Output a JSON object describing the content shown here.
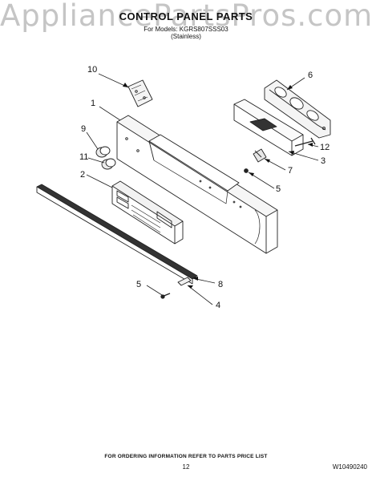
{
  "watermark": "AppliancePartsPros.com",
  "header": {
    "title": "CONTROL PANEL PARTS",
    "models_line": "For Models: KGRS807SSS03",
    "finish": "(Stainless)"
  },
  "callouts": {
    "c1": "1",
    "c2": "2",
    "c3": "3",
    "c4": "4",
    "c5a": "5",
    "c5b": "5",
    "c6": "6",
    "c7": "7",
    "c8": "8",
    "c9": "9",
    "c10": "10",
    "c11": "11",
    "c12": "12"
  },
  "footer": {
    "note": "FOR ORDERING INFORMATION REFER TO PARTS PRICE LIST",
    "page_number": "12",
    "doc_code": "W10490240"
  }
}
